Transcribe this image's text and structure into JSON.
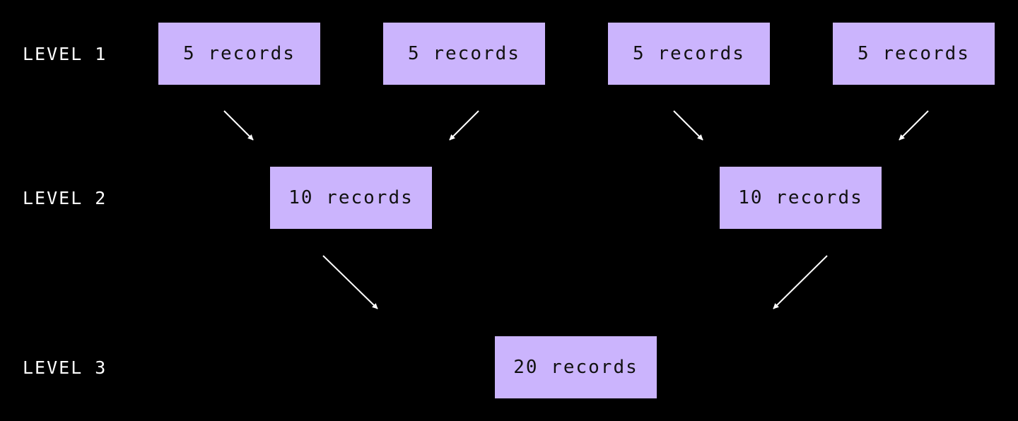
{
  "colors": {
    "background": "#000000",
    "box_fill": "#cbb4fd",
    "text_light": "#ffffff",
    "text_dark": "#111111",
    "arrow": "#ffffff"
  },
  "levels": [
    {
      "label": "LEVEL 1",
      "boxes": [
        "5 records",
        "5 records",
        "5 records",
        "5 records"
      ]
    },
    {
      "label": "LEVEL 2",
      "boxes": [
        "10 records",
        "10 records"
      ]
    },
    {
      "label": "LEVEL 3",
      "boxes": [
        "20 records"
      ]
    }
  ]
}
